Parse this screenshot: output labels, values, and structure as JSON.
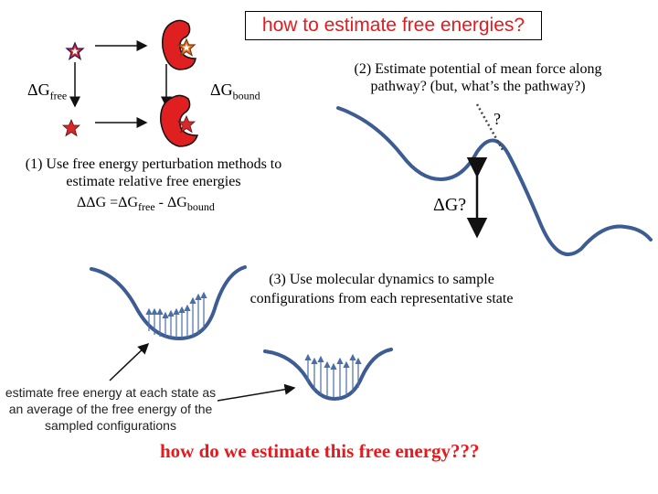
{
  "title": "how to estimate free energies?",
  "cycle": {
    "dg_free": {
      "symbol": "ΔG",
      "sub": "free"
    },
    "dg_bound": {
      "symbol": "ΔG",
      "sub": "bound"
    }
  },
  "step2": "(2) Estimate potential of mean force along pathway?  (but, what’s the pathway?)",
  "pathway_question": "?",
  "step1": "(1) Use free energy perturbation methods to estimate relative free energies",
  "ddg": {
    "prefix": "ΔΔG =ΔG",
    "free_sub": "free",
    "mid": " - ΔG",
    "bound_sub": "bound"
  },
  "dg_question": "ΔG?",
  "step3": "(3) Use molecular dynamics to sample configurations from each representative state",
  "estimate_note": "estimate free energy at each state as an average of the free energy of the sampled configurations",
  "final_question": "how do we estimate this free energy???",
  "colors": {
    "accent_red": "#e8191c",
    "ligand_purple": "#6b2a8f",
    "ligand_red": "#d62a2a",
    "ligand_orange": "#f07020",
    "arrow_blue": "#4a6fa8",
    "curve_blue": "#3d5c92"
  },
  "icons": [
    "star-ligand-icon",
    "receptor-pocket-icon",
    "arrow-icon"
  ]
}
